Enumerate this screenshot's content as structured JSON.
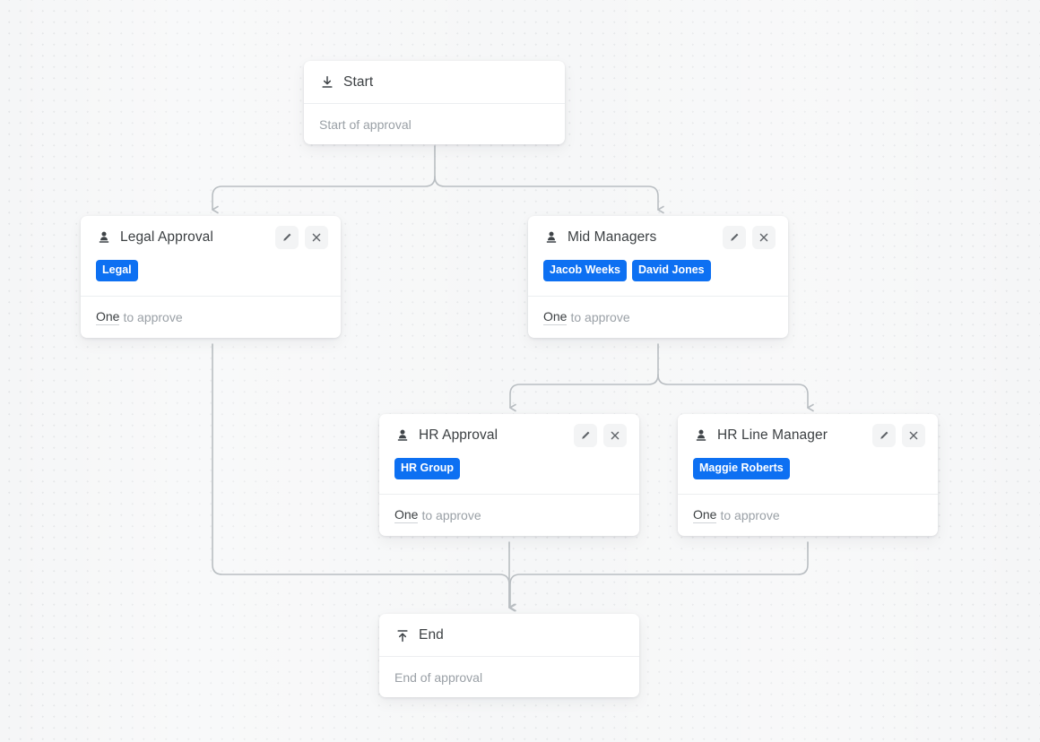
{
  "canvas": {
    "background_color": "#f5f6f7",
    "accent_color": "#0d70f2",
    "grid": "dot-grid"
  },
  "nodes": {
    "start": {
      "icon": "download-icon",
      "title": "Start",
      "description": "Start of approval"
    },
    "legal": {
      "icon": "user-icon",
      "title": "Legal Approval",
      "tags": [
        "Legal"
      ],
      "footer_strong": "One",
      "footer_rest": "to approve",
      "edit_label": "edit-icon",
      "close_label": "close-icon"
    },
    "mid_managers": {
      "icon": "user-icon",
      "title": "Mid Managers",
      "tags": [
        "Jacob Weeks",
        "David Jones"
      ],
      "footer_strong": "One",
      "footer_rest": "to approve",
      "edit_label": "edit-icon",
      "close_label": "close-icon"
    },
    "hr_approval": {
      "icon": "user-icon",
      "title": "HR Approval",
      "tags": [
        "HR Group"
      ],
      "footer_strong": "One",
      "footer_rest": "to approve",
      "edit_label": "edit-icon",
      "close_label": "close-icon"
    },
    "hr_line_manager": {
      "icon": "user-icon",
      "title": "HR Line Manager",
      "tags": [
        "Maggie Roberts"
      ],
      "footer_strong": "One",
      "footer_rest": "to approve",
      "edit_label": "edit-icon",
      "close_label": "close-icon"
    },
    "end": {
      "icon": "upload-icon",
      "title": "End",
      "description": "End of approval"
    }
  }
}
